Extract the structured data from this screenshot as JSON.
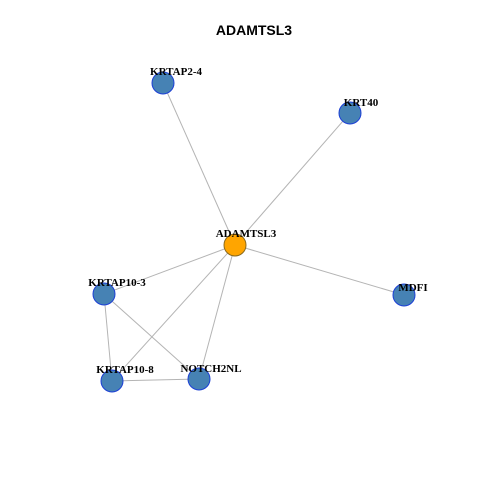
{
  "graph": {
    "title": "ADAMTSL3",
    "colors": {
      "center_fill": "#FFA500",
      "center_stroke": "#8B6A1E",
      "node_fill": "#4682B4",
      "node_stroke": "#1C3FD6",
      "edge": "#B4B4B4"
    },
    "nodes": [
      {
        "id": "ADAMTSL3",
        "label": "ADAMTSL3",
        "center": true
      },
      {
        "id": "KRTAP2-4",
        "label": "KRTAP2-4"
      },
      {
        "id": "KRT40",
        "label": "KRT40"
      },
      {
        "id": "KRTAP10-3",
        "label": "KRTAP10-3"
      },
      {
        "id": "MDFI",
        "label": "MDFI"
      },
      {
        "id": "KRTAP10-8",
        "label": "KRTAP10-8"
      },
      {
        "id": "NOTCH2NL",
        "label": "NOTCH2NL"
      }
    ],
    "edges": [
      {
        "from": "ADAMTSL3",
        "to": "KRTAP2-4"
      },
      {
        "from": "ADAMTSL3",
        "to": "KRT40"
      },
      {
        "from": "ADAMTSL3",
        "to": "KRTAP10-3"
      },
      {
        "from": "ADAMTSL3",
        "to": "MDFI"
      },
      {
        "from": "ADAMTSL3",
        "to": "KRTAP10-8"
      },
      {
        "from": "ADAMTSL3",
        "to": "NOTCH2NL"
      },
      {
        "from": "KRTAP10-3",
        "to": "KRTAP10-8"
      },
      {
        "from": "KRTAP10-3",
        "to": "NOTCH2NL"
      },
      {
        "from": "KRTAP10-8",
        "to": "NOTCH2NL"
      }
    ]
  }
}
